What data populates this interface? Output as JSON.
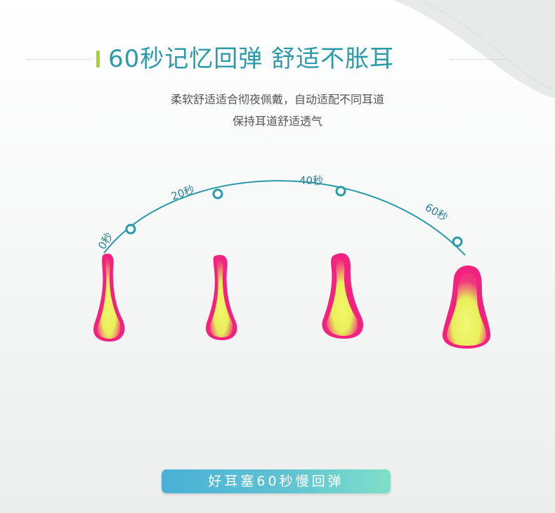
{
  "title": "60秒记忆回弹 舒适不胀耳",
  "subtitle": [
    "柔软舒适适合彻夜佩戴，自动适配不同耳道",
    "保持耳道舒适透气"
  ],
  "timeline_labels": [
    "0秒",
    "20秒",
    "40秒",
    "60秒"
  ],
  "badge": "好耳塞60秒慢回弹",
  "colors": {
    "accent": "#2d9aa9",
    "title_bar": "#a8d42a",
    "plug_pink": "#f2237e",
    "plug_yellow": "#e8f25a"
  }
}
